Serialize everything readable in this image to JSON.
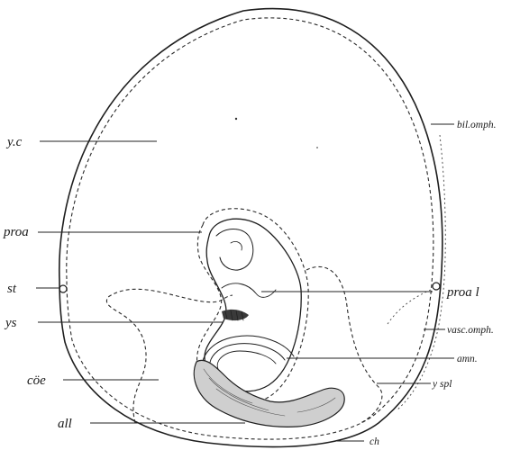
{
  "figure": {
    "background": "#ffffff",
    "ink_color": "#1e1e1e",
    "labels": {
      "yc": "y.c",
      "proa": "proa",
      "st": "st",
      "ys": "ys",
      "coe": "cöe",
      "all": "all",
      "bil_omph": "bil.omph.",
      "proa_l": "proa l",
      "vasc_omph": "vasc.omph.",
      "amn": "amn.",
      "y_spl": "y spl",
      "ch": "ch"
    }
  }
}
